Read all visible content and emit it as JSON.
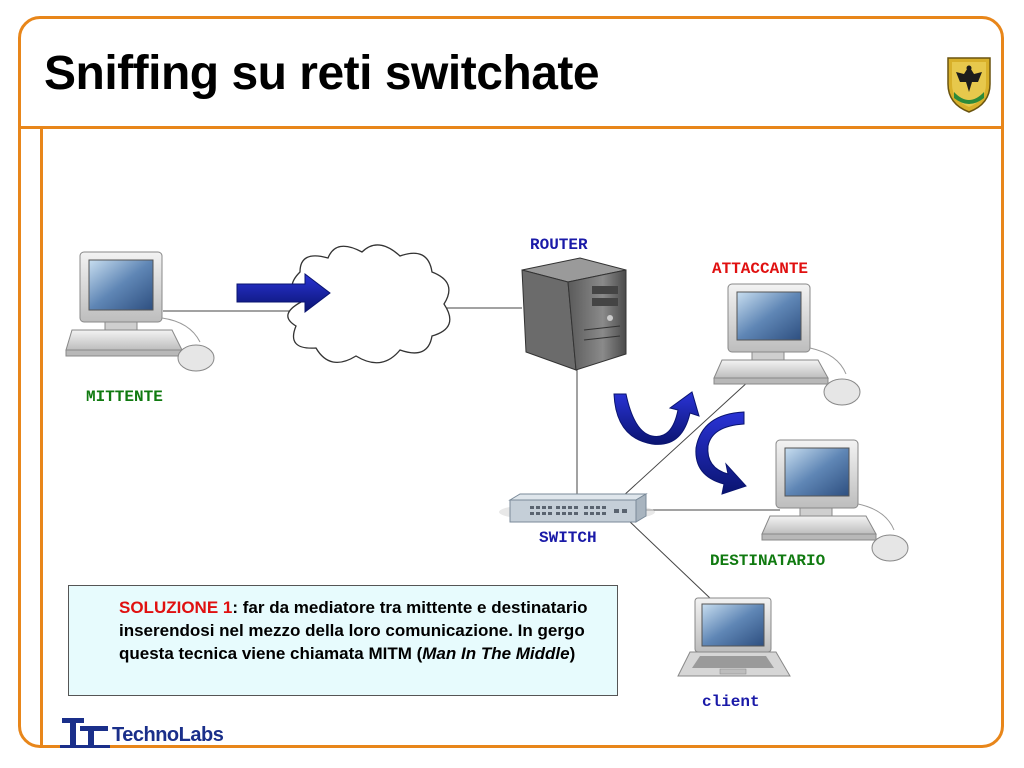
{
  "slide": {
    "title": "Sniffing su reti switchate",
    "accent_color": "#e8861a"
  },
  "diagram": {
    "labels": {
      "router": "ROUTER",
      "attaccante": "ATTACCANTE",
      "mittente": "MITTENTE",
      "switch": "SWITCH",
      "destinatario": "DESTINATARIO",
      "client": "client"
    },
    "icons": [
      "desktop-computer-icon",
      "cloud-icon",
      "server-tower-icon",
      "network-switch-icon",
      "laptop-icon",
      "arrow-icon",
      "crest-icon"
    ]
  },
  "note": {
    "highlight": "SOLUZIONE 1",
    "text_main": ": far da mediatore tra mittente e destinatario inserendosi nel mezzo della loro comunicazione. In gergo questa tecnica viene chiamata MITM (",
    "text_italic": "Man In The Middle",
    "text_end": ")"
  },
  "footer": {
    "logo_part1": "Techno",
    "logo_part2": "Labs"
  }
}
